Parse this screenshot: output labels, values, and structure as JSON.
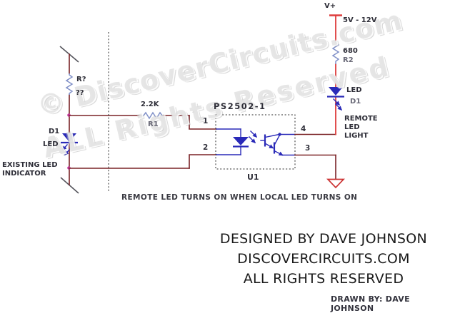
{
  "colors": {
    "wire": "#7a2226",
    "power_wire": "#de3b3b",
    "component_blue": "#2a2ab8",
    "resistor_blue": "#8090c8",
    "junction_magenta": "#c2379b",
    "ground_red": "#cc3333",
    "text_dark": "#2e2e38",
    "footer_black": "#1a1a1a"
  },
  "power": {
    "label": "V+",
    "range": "5V - 12V"
  },
  "components": {
    "r_unknown": {
      "ref": "R?",
      "value": "??"
    },
    "r1": {
      "ref": "R1",
      "value": "2.2K"
    },
    "r2": {
      "ref": "R2",
      "value": "680"
    },
    "local_led": {
      "ref": "D1",
      "label": "LED"
    },
    "remote_led": {
      "ref": "D1",
      "label": "LED"
    },
    "optocoupler": {
      "part": "PS2502-1",
      "ref": "U1",
      "pins": {
        "p1": "1",
        "p2": "2",
        "p3": "3",
        "p4": "4"
      }
    }
  },
  "labels": {
    "existing_led": [
      "EXISTING LED",
      "INDICATOR"
    ],
    "remote_led_light": [
      "REMOTE",
      "LED",
      "LIGHT"
    ],
    "caption": "REMOTE LED TURNS ON WHEN LOCAL LED TURNS ON"
  },
  "watermark": {
    "line1": "© DiscoverCircuits.com",
    "line2": "ALL Rights Reserved"
  },
  "footer": {
    "designed_by": "DESIGNED BY DAVE JOHNSON",
    "site": "DISCOVERCIRCUITS.COM",
    "rights": "ALL RIGHTS RESERVED",
    "drawn_by": "DRAWN BY: DAVE JOHNSON"
  }
}
